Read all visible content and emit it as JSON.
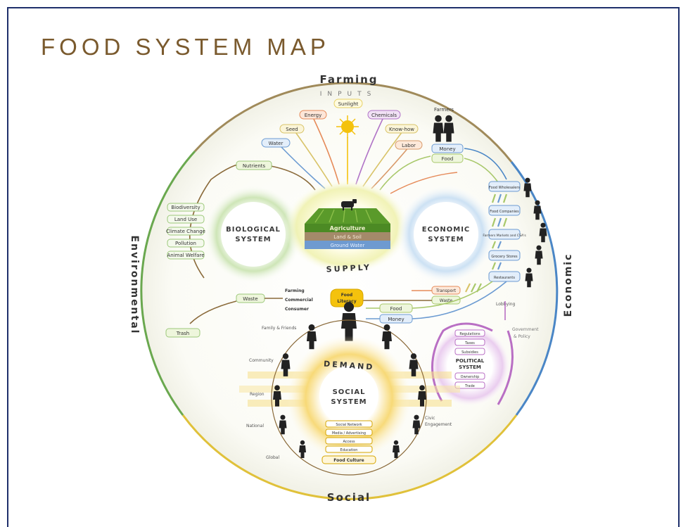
{
  "title": "FOOD SYSTEM MAP",
  "dimensions": {
    "top": "Farming",
    "left": "Environmental",
    "right": "Economic",
    "bottom": "Social"
  },
  "inputs": {
    "label": "INPUTS",
    "items": [
      "Sunlight",
      "Energy",
      "Chemicals",
      "Seed",
      "Know-how",
      "Water",
      "Labor"
    ]
  },
  "farmers_label": "Farmers",
  "farm_flows": [
    "Money",
    "Food"
  ],
  "biological": {
    "title_line1": "BIOLOGICAL",
    "title_line2": "SYSTEM",
    "nutrients": "Nutrients",
    "items": [
      "Biodiversity",
      "Land Use",
      "Climate Change",
      "Pollution",
      "Animal Welfare"
    ],
    "waste": "Waste",
    "trash": "Trash"
  },
  "agriculture": {
    "label": "Agriculture",
    "land": "Land & Soil",
    "water": "Ground Water"
  },
  "supply": "SUPPLY",
  "economic": {
    "title_line1": "ECONOMIC",
    "title_line2": "SYSTEM",
    "actors": [
      "Food Wholesalers",
      "Food Companies",
      "Farmers Markets and CSA's",
      "Grocery Stores",
      "Restaurants"
    ],
    "transport": "Transport",
    "waste": "Waste",
    "food": "Food",
    "money": "Money",
    "lobbying": "Lobbying"
  },
  "food_literacy": {
    "line1": "Food",
    "line2": "Literacy",
    "farming": "Farming",
    "commercial": "Commercial",
    "consumer": "Consumer"
  },
  "political": {
    "title_line1": "POLITICAL",
    "title_line2": "SYSTEM",
    "items": [
      "Regulations",
      "Taxes",
      "Subsidies",
      "Ownership",
      "Trade"
    ],
    "gov_line1": "Government",
    "gov_line2": "& Policy",
    "civic_line1": "Civic",
    "civic_line2": "Engagement"
  },
  "social": {
    "title_line1": "SOCIAL",
    "title_line2": "SYSTEM",
    "demand": "DEMAND",
    "items": [
      "Social Network",
      "Media / Advertising",
      "Access",
      "Education"
    ],
    "culture": "Food Culture",
    "scales": [
      "Family & Friends",
      "Community",
      "Region",
      "National",
      "Global"
    ]
  },
  "colors": {
    "frame": "#1e2f6b",
    "title": "#7a5a2e",
    "farming_arc": "#a08a5a",
    "environmental_arc": "#6aa84f",
    "economic_arc": "#4a86c6",
    "social_arc": "#e0c13a",
    "biological": "#9cc87a",
    "economic_ring": "#9ec5e8",
    "political": "#b96fc4",
    "social_ring": "#f0c23a"
  }
}
